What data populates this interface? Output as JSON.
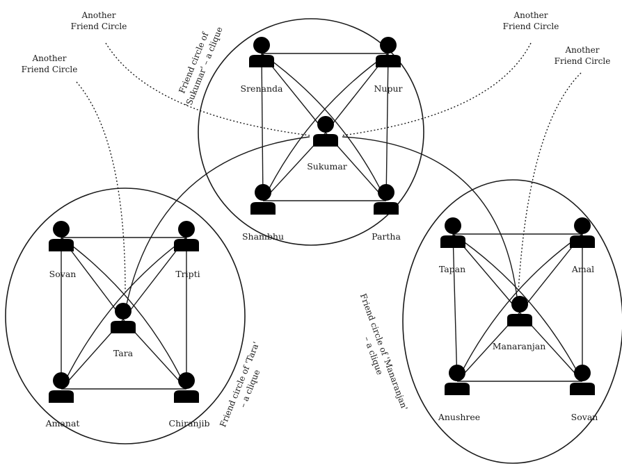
{
  "people": {
    "srenanda": "Srenanda",
    "nupur": "Nupur",
    "sukumar": "Sukumar",
    "shambhu": "Shambhu",
    "partha": "Partha",
    "sovan_left": "Sovan",
    "tripti": "Tripti",
    "tara": "Tara",
    "amanat": "Amanat",
    "chiranjib": "Chiranjib",
    "tapan": "Tapan",
    "amal": "Amal",
    "manaranjan": "Manaranjan",
    "anushree": "Anushree",
    "sovan_right": "Sovan"
  },
  "annotations": {
    "another_1": [
      "Another",
      "Friend Circle"
    ],
    "another_2": [
      "Another",
      "Friend Circle"
    ],
    "another_3": [
      "Another",
      "Friend Circle"
    ],
    "another_4": [
      "Another",
      "Friend Circle"
    ],
    "sukumar_clique": [
      "Friend circle of",
      "'Sukumar' – a clique"
    ],
    "tara_clique": [
      "Friend circle of 'Tara'",
      "– a clique"
    ],
    "manaranjan_clique": [
      "Friend circle of 'Manaranjan'",
      "– a clique"
    ]
  }
}
